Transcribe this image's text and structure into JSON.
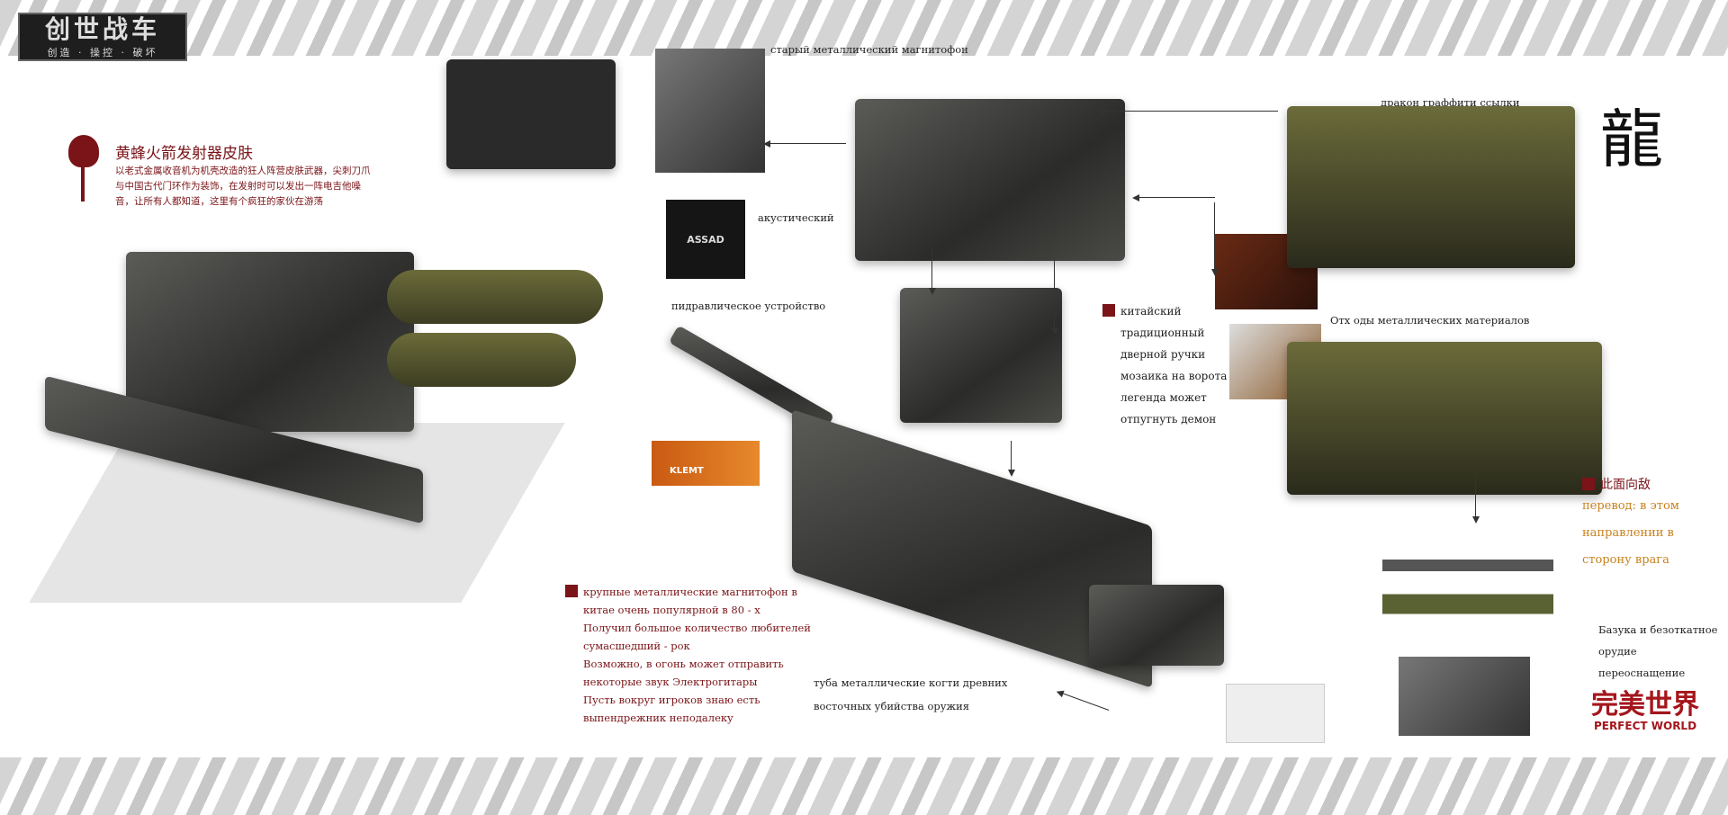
{
  "logo": {
    "title": "创世战车",
    "subtitle": "创造 · 操控 · 破坏"
  },
  "header": {
    "title": "黄蜂火箭发射器皮肤",
    "description": "以老式金属收音机为机壳改造的狂人阵营皮肤武器，尖刺刀爪与中国古代门环作为装饰，在发射时可以发出一阵电吉他噪音，让所有人都知道，这里有个疯狂的家伙在游荡"
  },
  "labels": {
    "tape": "старый металлический магнитофон",
    "acoustic": "акустический",
    "speaker_brand": "ASSAD",
    "hydraulic": "пидравлическое устройство",
    "dragon": "дракон граффити ссылки",
    "scrap": "Отх оды металлических материалов",
    "door_lines": [
      "китайский",
      "традиционный",
      "дверной ручки",
      "мозаика на ворота",
      "легенда может",
      "отпугнуть демон"
    ],
    "claws_lines": [
      "туба металлические когти древних",
      "восточных убийства оружия"
    ],
    "bazooka_lines": [
      "Базука и безоткатное орудие",
      "переоснащение"
    ],
    "enemy_title": "此面向敌",
    "enemy_lines": [
      "перевод: в этом",
      "направлении в",
      "сторону врага"
    ],
    "excavator": "KLEMT"
  },
  "notes": [
    "крупные металлические магнитофон в",
    "китае очень популярной в 80 - х",
    "Получил большое количество любителей",
    "сумасшедший - рок",
    "Возможно, в огонь может отправить",
    "некоторые звук Электрогитары",
    "Пусть вокруг игроков знаю есть",
    "выпендрежник неподалеку"
  ],
  "brand": {
    "cn": "完美世界",
    "en": "PERFECT WORLD"
  },
  "colors": {
    "accent": "#7a1418",
    "orange": "#c8821f"
  }
}
